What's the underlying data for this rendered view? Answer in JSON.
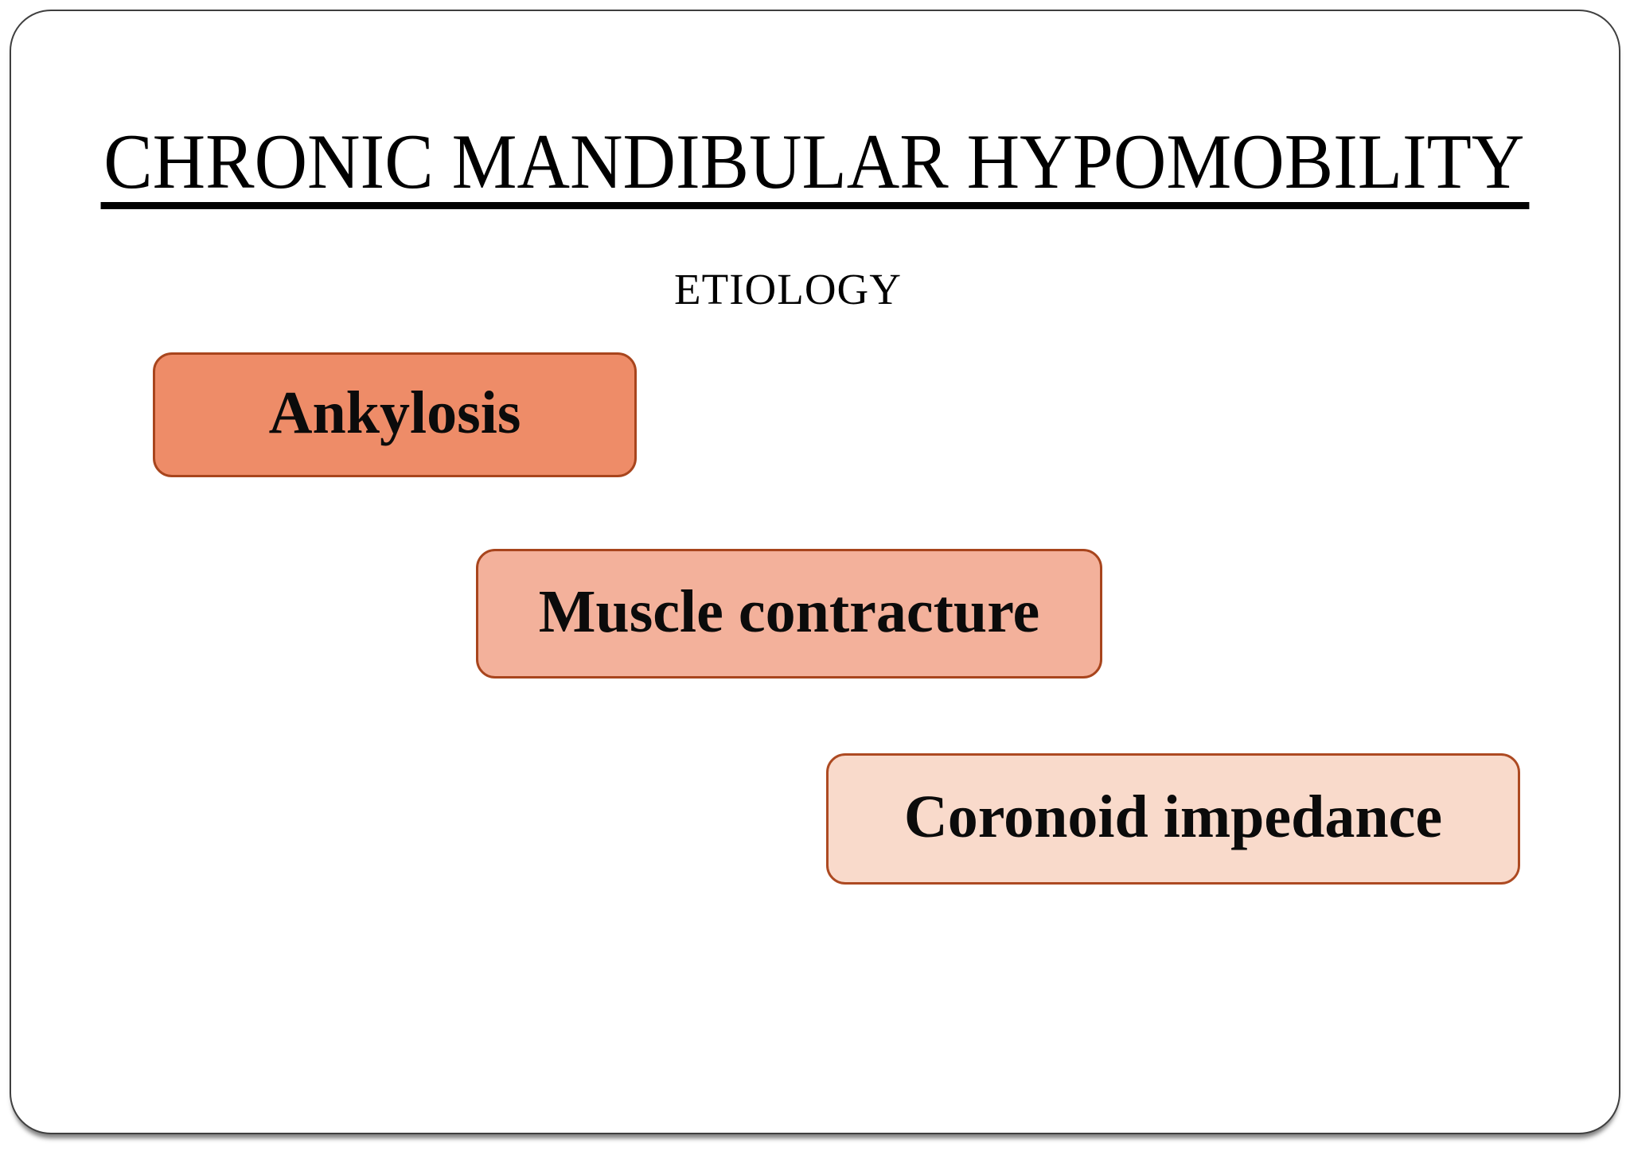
{
  "slide": {
    "title": {
      "text": "CHRONIC MANDIBULAR HYPOMOBILITY"
    },
    "subtitle": {
      "text": "ETIOLOGY"
    },
    "etiology_boxes": [
      {
        "label": "Ankylosis",
        "fill": "#ee8c68",
        "border": "#a8451d"
      },
      {
        "label": "Muscle contracture",
        "fill": "#f3b19b",
        "border": "#a8451d"
      },
      {
        "label": "Coronoid impedance",
        "fill": "#f9dacb",
        "border": "#ad4a22"
      }
    ],
    "colors": {
      "background": "#ffffff",
      "slide_border": "#3f3f3f",
      "title_text": "#000000",
      "underline": "#000000",
      "box_text": "#0b0b0b"
    }
  }
}
